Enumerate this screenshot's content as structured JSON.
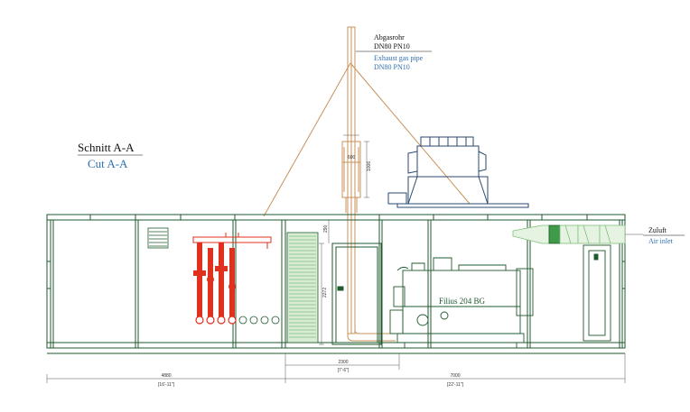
{
  "section": {
    "title_de": "Schnitt A-A",
    "title_en": "Cut A-A"
  },
  "exhaust": {
    "label_de": "Abgasrohr",
    "size_de": "DN80 PN10",
    "label_en": "Exhaust gas pipe",
    "size_en": "DN80 PN10"
  },
  "air_inlet": {
    "label_de": "Zuluft",
    "label_en": "Air inlet"
  },
  "engine": {
    "label": "Filius 204 BG"
  },
  "dimensions": {
    "left_length": "4880",
    "left_length_imperial": "[16'-11\"]",
    "middle_length": "2300",
    "middle_length_imperial": "[7'-6\"]",
    "right_length": "7000",
    "right_length_imperial": "[22'-11\"]",
    "door_height": "2272",
    "top_gap": "290",
    "cap_height": "1006",
    "cap_width": "600"
  },
  "colors": {
    "structure": "#1f5a2e",
    "exhaust": "#c8915a",
    "piping": "#e0301e",
    "ducting": "#2a4a6e",
    "louver": "#7fbf7a",
    "accent_blue": "#2f6fb0"
  }
}
